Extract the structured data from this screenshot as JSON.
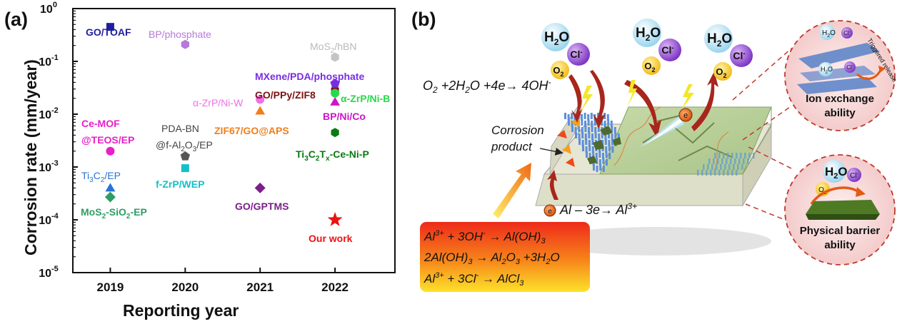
{
  "panel_a": {
    "label": "(a)",
    "chart_data": {
      "type": "scatter",
      "xlabel": "Reporting year",
      "ylabel": "Corrosion rate (mm/year)",
      "y_scale": "log",
      "ylim": [
        1e-05,
        1
      ],
      "xlim": [
        2018.5,
        2022.8
      ],
      "x_ticks": [
        "2019",
        "2020",
        "2021",
        "2022"
      ],
      "y_ticks": [
        {
          "base": "10",
          "exp": "-5"
        },
        {
          "base": "10",
          "exp": "-4"
        },
        {
          "base": "10",
          "exp": "-3"
        },
        {
          "base": "10",
          "exp": "-2"
        },
        {
          "base": "10",
          "exp": "-1"
        },
        {
          "base": "10",
          "exp": "0"
        }
      ],
      "points": [
        {
          "label": "GO/TOAF",
          "x": 2019,
          "y": 0.45,
          "marker": "square",
          "color": "#1f1f9e"
        },
        {
          "label": "Ce-MOF @TEOS/EP",
          "x": 2019,
          "y": 0.002,
          "marker": "circle",
          "color": "#e820c8"
        },
        {
          "label": "Ti3C2/EP",
          "x": 2019,
          "y": 0.0004,
          "marker": "triangle",
          "color": "#2a73d4"
        },
        {
          "label": "MoS2-SiO2-EP",
          "x": 2019,
          "y": 0.00027,
          "marker": "diamond",
          "color": "#2f9e65"
        },
        {
          "label": "BP/phosphate",
          "x": 2020,
          "y": 0.21,
          "marker": "hexagon",
          "color": "#b57ad9"
        },
        {
          "label": "PDA-BN @f-Al2O3/EP",
          "x": 2020,
          "y": 0.0016,
          "marker": "pentagon",
          "color": "#555555"
        },
        {
          "label": "f-ZrP/WEP",
          "x": 2020,
          "y": 0.00095,
          "marker": "square",
          "color": "#14c0c8"
        },
        {
          "label": "α-ZrP/Ni-W",
          "x": 2021,
          "y": 0.019,
          "marker": "circle",
          "color": "#f06ee8"
        },
        {
          "label": "ZIF67/GO@APS",
          "x": 2021,
          "y": 0.0115,
          "marker": "triangle",
          "color": "#f07f1a"
        },
        {
          "label": "GO/GPTMS",
          "x": 2021,
          "y": 0.0004,
          "marker": "diamond",
          "color": "#7b1f8a"
        },
        {
          "label": "MoS2/hBN",
          "x": 2022,
          "y": 0.12,
          "marker": "hexagon",
          "color": "#c4c4c4"
        },
        {
          "label": "MXene/PDA/phosphate",
          "x": 2022,
          "y": 0.038,
          "marker": "pentagon",
          "color": "#7a2de0"
        },
        {
          "label": "GO/PPy/ZIF8",
          "x": 2022,
          "y": 0.027,
          "marker": "square",
          "color": "#7a1414"
        },
        {
          "label": "α-ZrP/Ni-B",
          "x": 2022,
          "y": 0.025,
          "marker": "circle",
          "color": "#28d94a"
        },
        {
          "label": "BP/Ni/Co",
          "x": 2022,
          "y": 0.017,
          "marker": "triangle",
          "color": "#cc16c8"
        },
        {
          "label": "Ti3C2Tx-Ce-Ni-P",
          "x": 2022,
          "y": 0.0045,
          "marker": "hexagon",
          "color": "#0b7a14"
        },
        {
          "label": "Our work",
          "x": 2022,
          "y": 0.0001,
          "marker": "star",
          "color": "#ee1111"
        }
      ],
      "annotations": [
        {
          "parts": [
            {
              "t": "GO/TOAF"
            }
          ],
          "color": "#1f1f9e"
        },
        {
          "parts": [
            {
              "t": "BP/phosphate"
            }
          ],
          "color": "#b57ad9",
          "weight": "normal"
        },
        {
          "parts": [
            {
              "t": "MoS"
            },
            {
              "t": "2",
              "sub": true
            },
            {
              "t": "/hBN"
            }
          ],
          "color": "#b9b9b9",
          "weight": "normal"
        },
        {
          "parts": [
            {
              "t": "MXene/PDA/phosphate"
            }
          ],
          "color": "#7a2de0"
        },
        {
          "parts": [
            {
              "t": "α-ZrP/Ni-W"
            }
          ],
          "color": "#f06ee8",
          "weight": "normal"
        },
        {
          "parts": [
            {
              "t": "GO/PPy/ZIF8"
            }
          ],
          "color": "#7a1414"
        },
        {
          "parts": [
            {
              "t": "α-ZrP/Ni-B"
            }
          ],
          "color": "#28d94a"
        },
        {
          "parts": [
            {
              "t": "BP/Ni/Co"
            }
          ],
          "color": "#cc16c8"
        },
        {
          "parts": [
            {
              "t": "Ce-MOF"
            }
          ],
          "color": "#e820c8"
        },
        {
          "parts": [
            {
              "t": "@TEOS/EP"
            }
          ],
          "color": "#e820c8"
        },
        {
          "parts": [
            {
              "t": "PDA-BN"
            }
          ],
          "color": "#444444",
          "weight": "normal"
        },
        {
          "parts": [
            {
              "t": "@f-Al"
            },
            {
              "t": "2",
              "sub": true
            },
            {
              "t": "O"
            },
            {
              "t": "3",
              "sub": true
            },
            {
              "t": "/EP"
            }
          ],
          "color": "#444444",
          "weight": "normal"
        },
        {
          "parts": [
            {
              "t": "ZIF67/GO@APS"
            }
          ],
          "color": "#f07f1a"
        },
        {
          "parts": [
            {
              "t": "Ti"
            },
            {
              "t": "3",
              "sub": true
            },
            {
              "t": "C"
            },
            {
              "t": "2",
              "sub": true
            },
            {
              "t": "T"
            },
            {
              "t": "x",
              "sub": true
            },
            {
              "t": "-Ce-Ni-P"
            }
          ],
          "color": "#0b7a14"
        },
        {
          "parts": [
            {
              "t": "Ti"
            },
            {
              "t": "3",
              "sub": true
            },
            {
              "t": "C"
            },
            {
              "t": "2",
              "sub": true
            },
            {
              "t": "/EP"
            }
          ],
          "color": "#2a73d4",
          "weight": "normal"
        },
        {
          "parts": [
            {
              "t": "f-ZrP/WEP"
            }
          ],
          "color": "#14c0c8"
        },
        {
          "parts": [
            {
              "t": "MoS"
            },
            {
              "t": "2",
              "sub": true
            },
            {
              "t": "-SiO"
            },
            {
              "t": "2",
              "sub": true
            },
            {
              "t": "-EP"
            }
          ],
          "color": "#2f9e65"
        },
        {
          "parts": [
            {
              "t": "GO/GPTMS"
            }
          ],
          "color": "#7b1f8a"
        },
        {
          "parts": [
            {
              "t": "Our work"
            }
          ],
          "color": "#ee1111"
        }
      ]
    }
  },
  "panel_b": {
    "label": "(b)",
    "molecules": {
      "h2o": "H2O",
      "cl": "Cl-",
      "o2": "O2"
    },
    "cathodic_reaction": "O2 +2H2O +4e→ 4OH-",
    "anodic_reaction": "Al – 3e→ Al3+",
    "electron": "e",
    "corrosion_product": [
      "Corrosion",
      "product"
    ],
    "reactions_box": [
      "Al3+ + 3OH- → Al(OH)3",
      "2Al(OH)3 → Al2O3 +3H2O",
      "Al3+ + 3Cl- → AlCl3"
    ],
    "insets": {
      "ion_exchange": {
        "label_1": "Ion exchange",
        "label_2": "ability",
        "triggered": "Triggered release"
      },
      "barrier": {
        "label_1": "Physical barrier",
        "label_2": "ability"
      }
    }
  }
}
